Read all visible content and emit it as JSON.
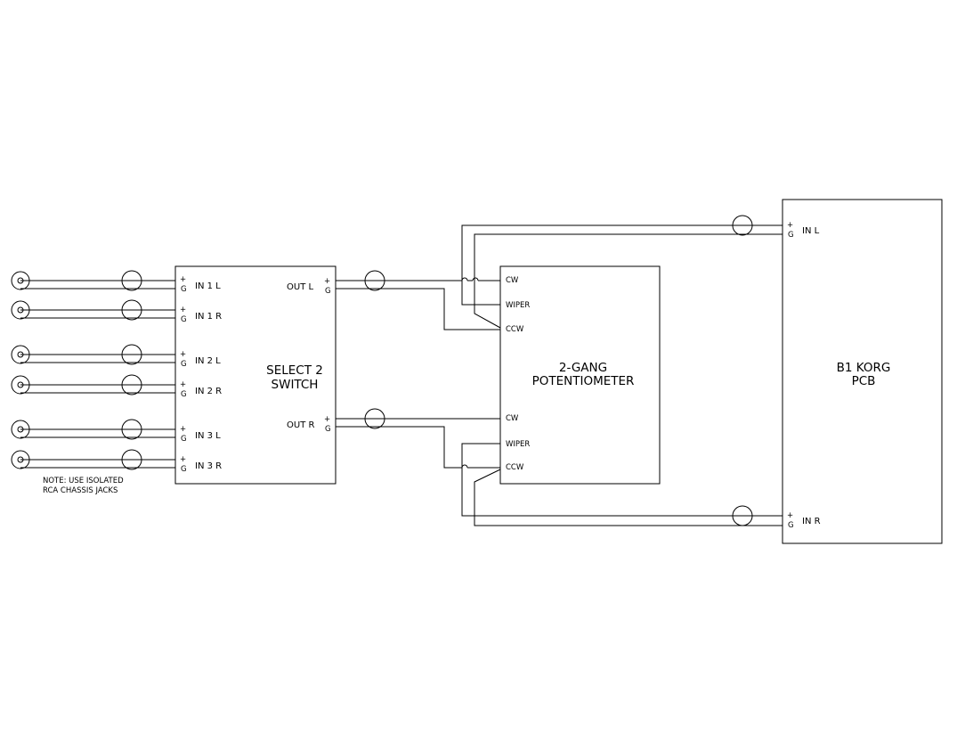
{
  "diagram": {
    "note": {
      "line1": "NOTE: USE ISOLATED",
      "line2": "RCA CHASSIS JACKS"
    },
    "switch_block": {
      "title_line1": "SELECT 2",
      "title_line2": "SWITCH",
      "inputs": [
        "IN 1 L",
        "IN 1 R",
        "IN 2 L",
        "IN 2 R",
        "IN 3 L",
        "IN 3 R"
      ],
      "outputs": [
        "OUT L",
        "OUT R"
      ]
    },
    "pot_block": {
      "title_line1": "2-GANG",
      "title_line2": "POTENTIOMETER",
      "gang_top": [
        "CW",
        "WIPER",
        "CCW"
      ],
      "gang_bottom": [
        "CW",
        "WIPER",
        "CCW"
      ]
    },
    "pcb_block": {
      "title_line1": "B1 KORG",
      "title_line2": "PCB",
      "inputs": [
        "IN L",
        "IN R"
      ]
    },
    "pin_plus": "+",
    "pin_ground": "G"
  }
}
